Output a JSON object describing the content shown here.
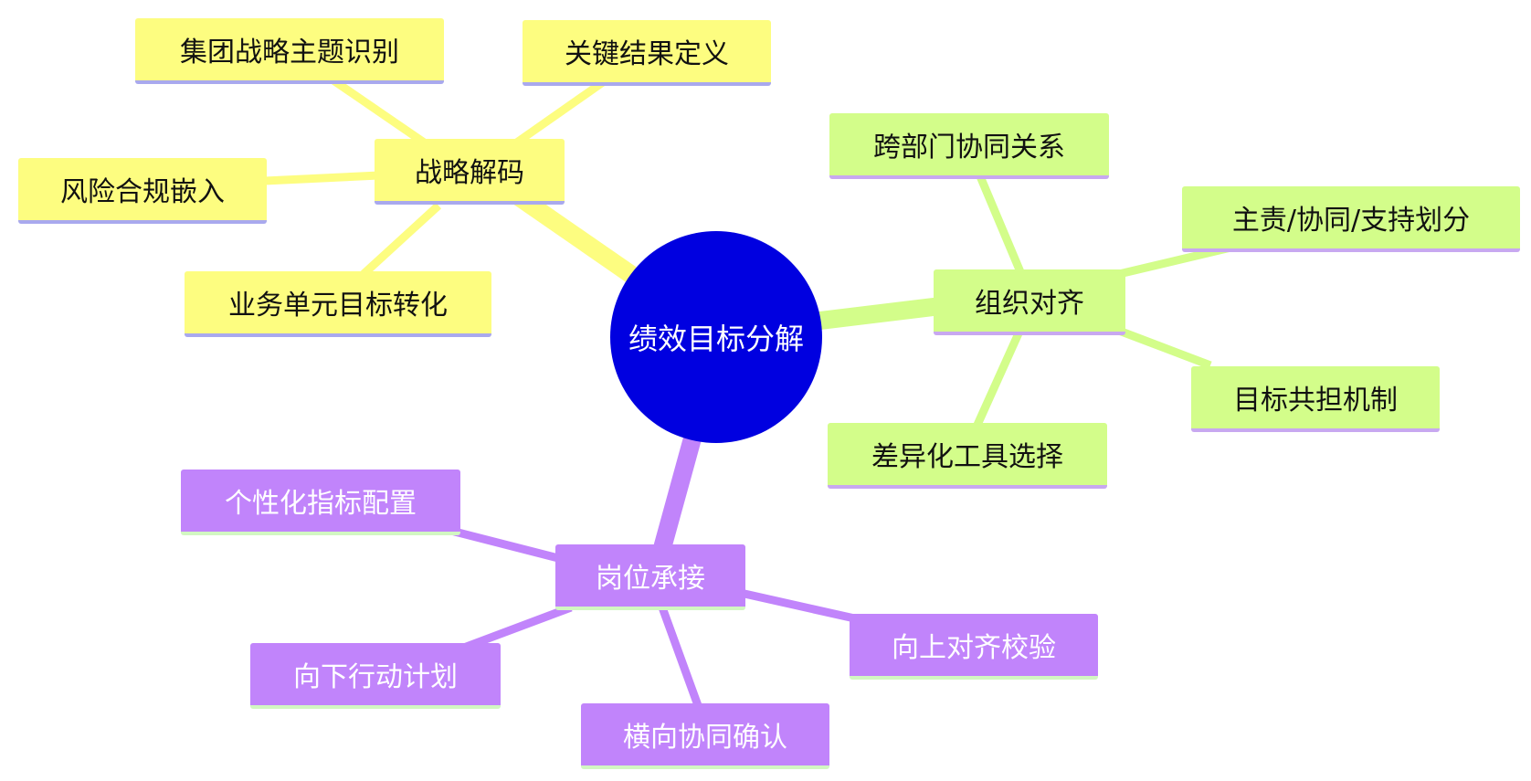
{
  "center": {
    "label": "绩效目标分解",
    "color": "#0000e0"
  },
  "branches": {
    "strategy": {
      "label": "战略解码",
      "color": "#fdfd80",
      "children": [
        "集团战略主题识别",
        "关键结果定义",
        "风险合规嵌入",
        "业务单元目标转化"
      ]
    },
    "org": {
      "label": "组织对齐",
      "color": "#d3fd8a",
      "children": [
        "跨部门协同关系",
        "主责/协同/支持划分",
        "目标共担机制",
        "差异化工具选择"
      ]
    },
    "post": {
      "label": "岗位承接",
      "color": "#c184fb",
      "children": [
        "个性化指标配置",
        "向上对齐校验",
        "向下行动计划",
        "横向协同确认"
      ]
    }
  }
}
